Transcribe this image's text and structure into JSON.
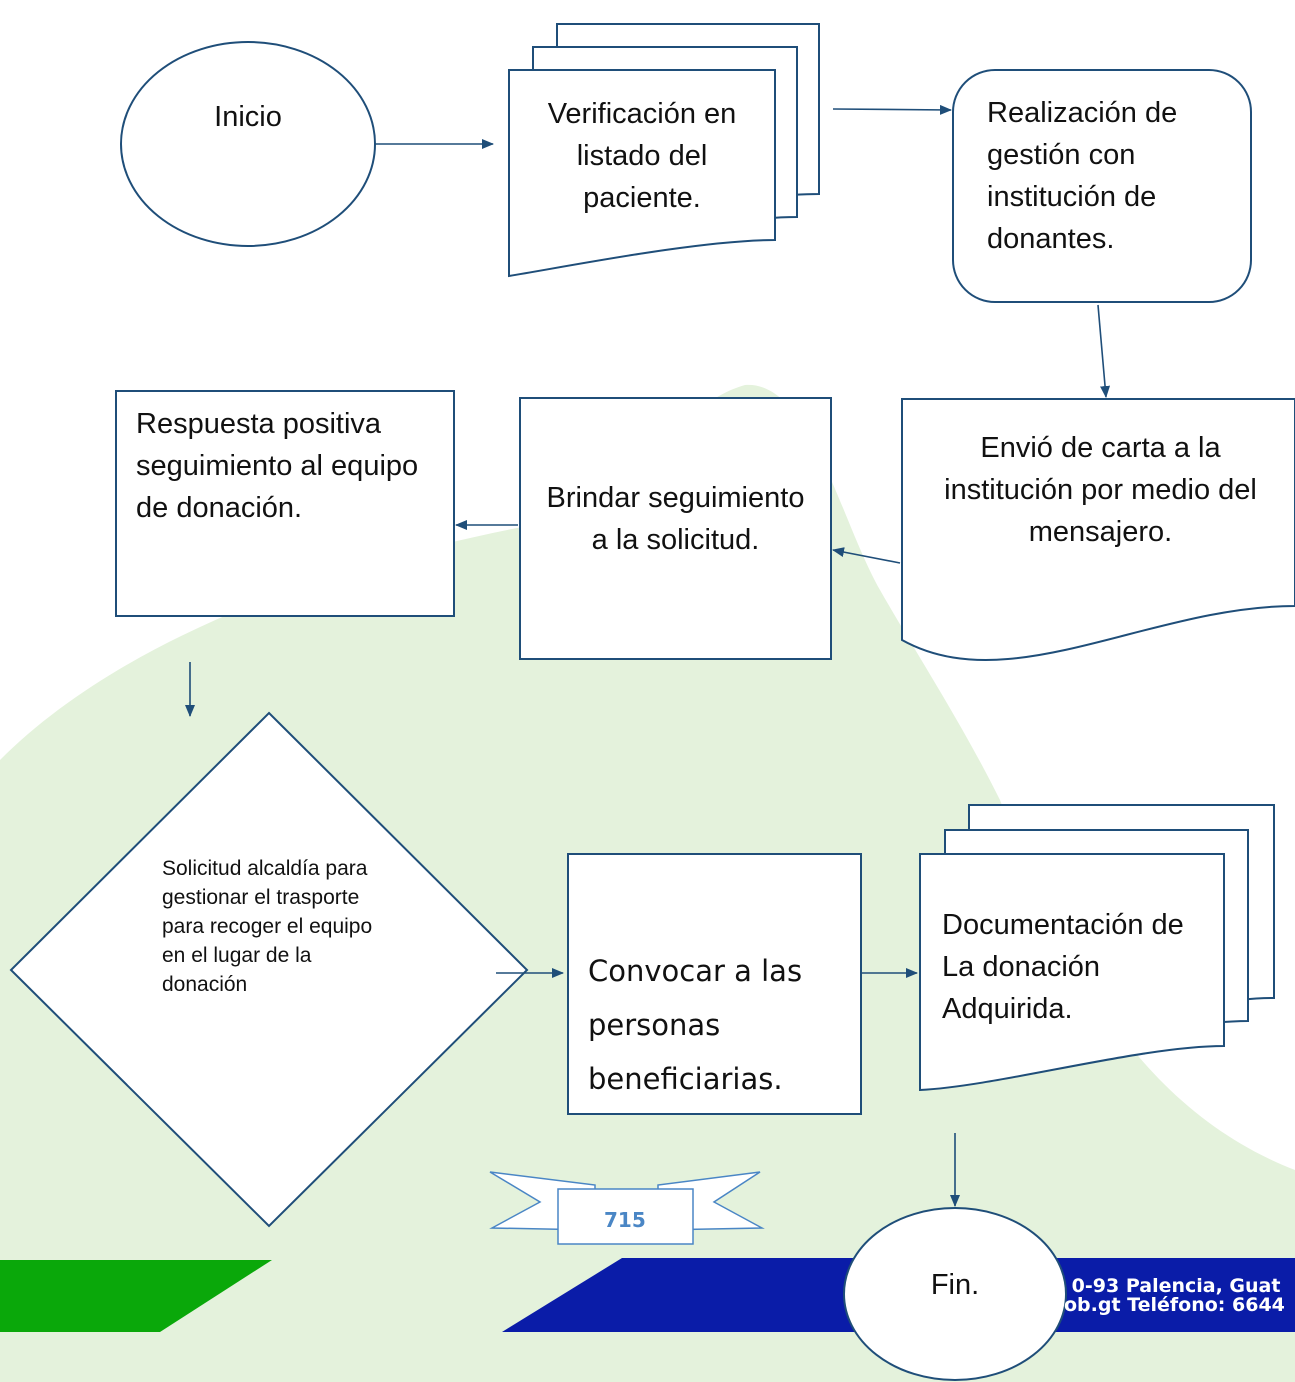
{
  "page": {
    "background_accent": "#e4f2dc",
    "line_color": "#1f4e79",
    "footer_band_green": "#0aa80a",
    "footer_band_blue": "#0a1ca8",
    "page_number": "715",
    "footer_line1": "o 0-93 Palencia, Guat",
    "footer_line2": "ob.gt  Teléfono: 6644"
  },
  "flow": {
    "start": "Inicio",
    "verify": "Verificación en listado del paciente.",
    "manage": "Realización de gestión con institución de donantes.",
    "letter": "Envió de carta a la institución por medio del mensajero.",
    "followup": "Brindar seguimiento a la solicitud.",
    "positive": "Respuesta positiva seguimiento al equipo de donación.",
    "decision": "Solicitud alcaldía para gestionar el trasporte para recoger el equipo en el lugar de la donación",
    "convene": "Convocar a las personas beneficiarias.",
    "document": "Documentación de\n La donación Adquirida.",
    "end": "Fin."
  }
}
